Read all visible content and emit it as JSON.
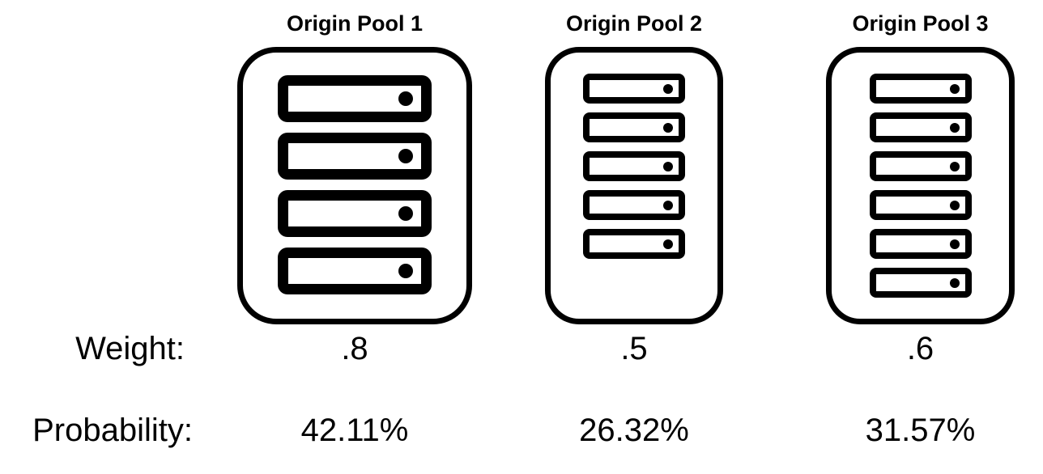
{
  "diagram": {
    "labels": {
      "weight": "Weight:",
      "probability": "Probability:"
    },
    "pools": [
      {
        "title": "Origin Pool 1",
        "server_count": 4,
        "weight": ".8",
        "probability": "42.11%"
      },
      {
        "title": "Origin Pool 2",
        "server_count": 5,
        "weight": ".5",
        "probability": "26.32%"
      },
      {
        "title": "Origin Pool 3",
        "server_count": 6,
        "weight": ".6",
        "probability": "31.57%"
      }
    ],
    "colors": {
      "ink": "#000000",
      "background": "#ffffff"
    }
  }
}
